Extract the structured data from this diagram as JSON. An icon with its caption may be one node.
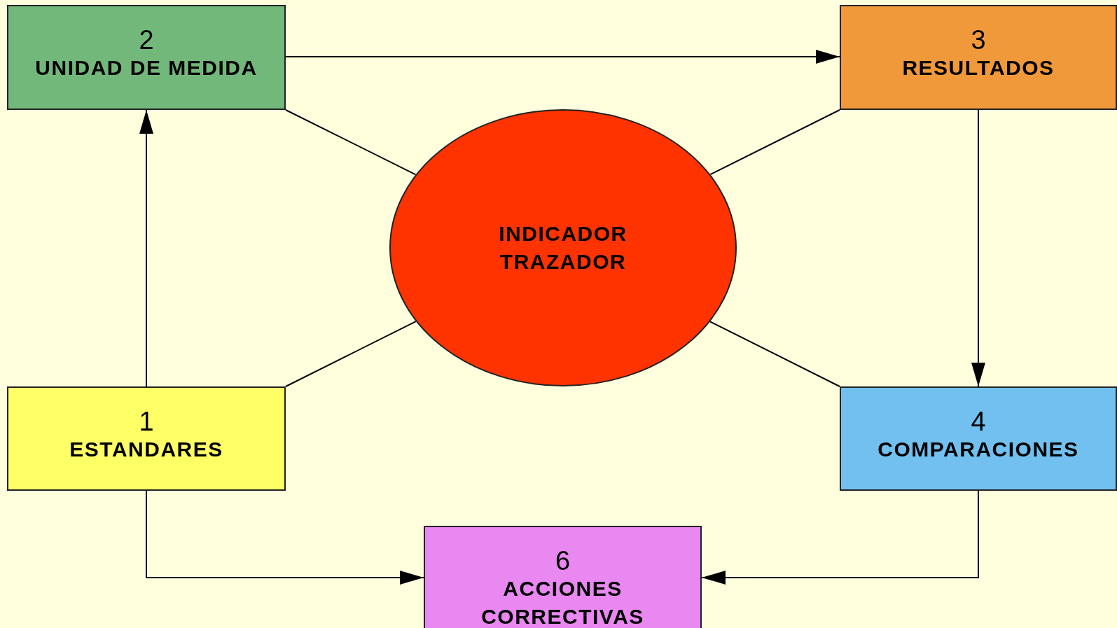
{
  "diagram": {
    "nodes": [
      {
        "text": [
          "2",
          "UNIDAD DE MEDIDA"
        ]
      },
      {
        "text": [
          "3",
          "RESULTADOS"
        ]
      },
      {
        "text": [
          "INDICADOR TRAZADOR"
        ]
      },
      {
        "text": [
          "1",
          "ESTANDARES"
        ]
      },
      {
        "text": [
          "4",
          "COMPARACIONES"
        ]
      },
      {
        "text": [
          "6",
          "ACCIONES CORRECTIVAS"
        ]
      }
    ],
    "edges": [
      {
        "from": 0,
        "to": 1,
        "arrow": "to"
      },
      {
        "from": 1,
        "to": 4,
        "arrow": "to"
      },
      {
        "from": 3,
        "to": 0,
        "arrow": "to"
      },
      {
        "from": 3,
        "to": 5,
        "arrow": "to"
      },
      {
        "from": 4,
        "to": 5,
        "arrow": "to"
      },
      {
        "from": 2,
        "to": 0,
        "arrow": "none"
      },
      {
        "from": 2,
        "to": 1,
        "arrow": "none"
      },
      {
        "from": 2,
        "to": 3,
        "arrow": "none"
      },
      {
        "from": 2,
        "to": 4,
        "arrow": "none"
      }
    ]
  }
}
